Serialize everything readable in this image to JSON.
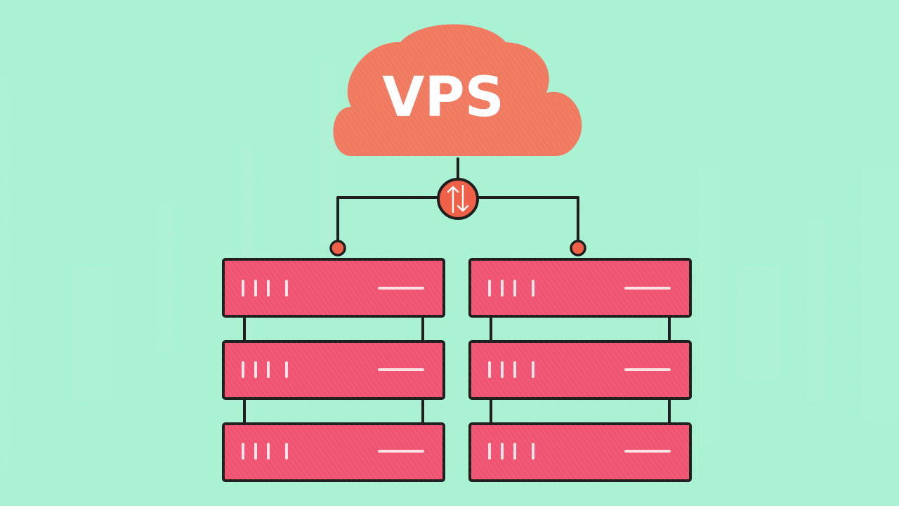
{
  "cloud": {
    "label": "VPS",
    "fill": "#f07a5f"
  },
  "switch": {
    "icon": "sync-arrows-icon",
    "fill": "#ee6047"
  },
  "server_racks": [
    {
      "name": "left",
      "units": 3
    },
    {
      "name": "right",
      "units": 3
    }
  ],
  "colors": {
    "background": "#a8f1d2",
    "server": "#f05472",
    "stroke": "#1f1f1f",
    "server_marks": "#fbe3e8"
  }
}
